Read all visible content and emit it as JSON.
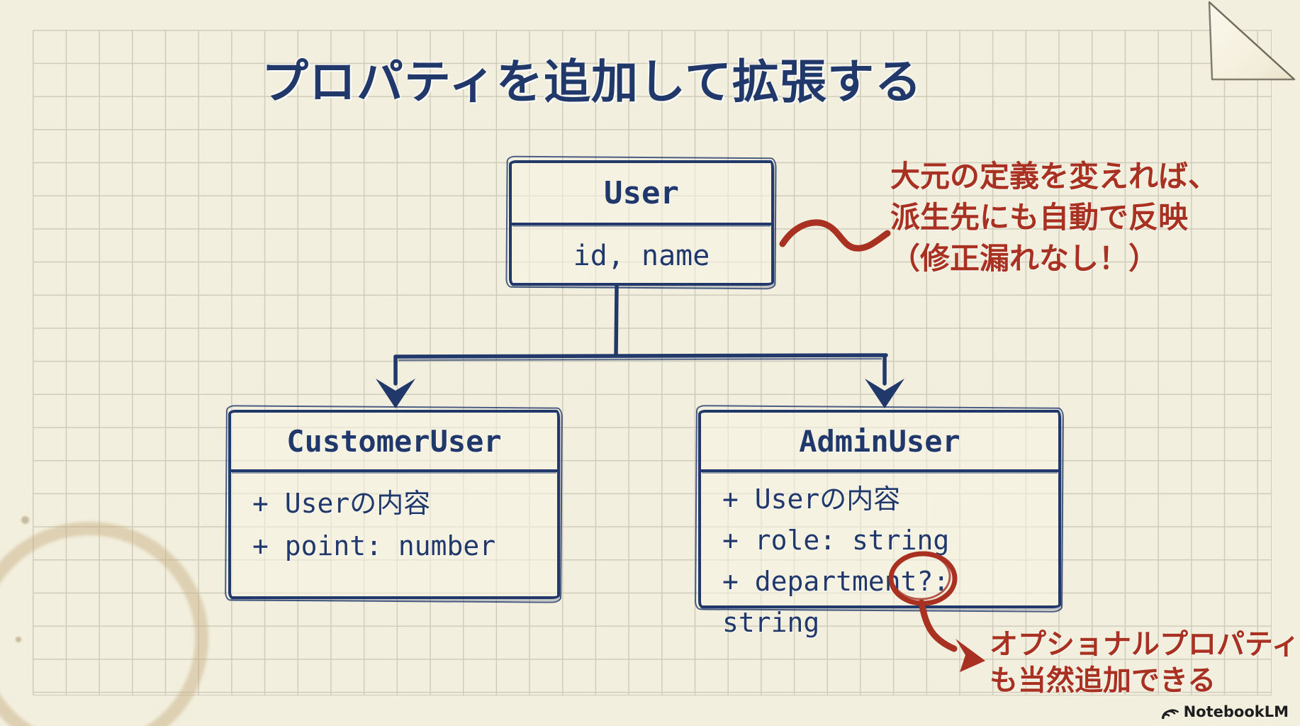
{
  "page_title": "プロパティを追加して拡張する",
  "colors": {
    "background": "#f2efde",
    "grid_line": "#c7c4b4",
    "ink_navy": "#21386b",
    "ink_red": "#a93122",
    "brand_black": "#1d1d1f",
    "stain_brown": "#c3a878"
  },
  "diagram": {
    "parent": {
      "name": "User",
      "attributes": [
        "id, name"
      ]
    },
    "children": [
      {
        "name": "CustomerUser",
        "attributes": [
          "+ Userの内容",
          "+ point: number"
        ]
      },
      {
        "name": "AdminUser",
        "attributes": [
          "+ Userの内容",
          "+ role: string",
          "+ department?: string"
        ]
      }
    ]
  },
  "annotations": {
    "inheritance_note": {
      "line1": "大元の定義を変えれば、",
      "line2": "派生先にも自動で反映",
      "line3": "（修正漏れなし！）"
    },
    "optional_note": {
      "line1": "オプショナルプロパティ",
      "line2": "も当然追加できる"
    }
  },
  "footer": {
    "brand": "NotebookLM"
  }
}
